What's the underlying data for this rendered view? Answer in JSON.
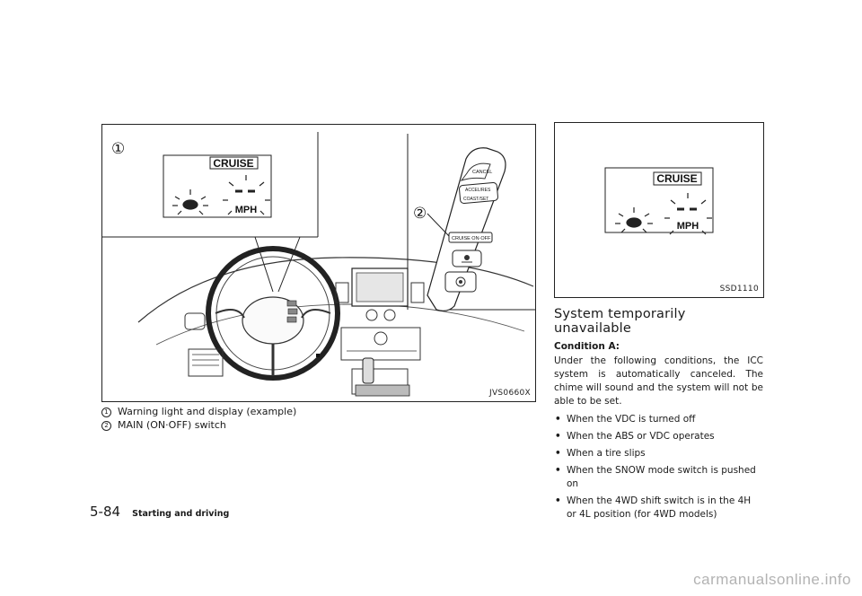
{
  "left_figure": {
    "code": "JVS0660X",
    "callout_1": "①",
    "callout_2": "②",
    "display": {
      "title": "CRUISE",
      "unit": "MPH"
    },
    "switch_labels": {
      "cancel": "CANCEL",
      "accel_res": "ACCEL/RES",
      "coast_set": "COAST/SET",
      "main_switch": "CRUISE ON·OFF"
    },
    "icons": [
      "cruise-warning-icon",
      "distance-icon",
      "lane-icon"
    ]
  },
  "captions": [
    {
      "marker": "1",
      "text": "Warning light and display (example)"
    },
    {
      "marker": "2",
      "text": "MAIN (ON·OFF) switch"
    }
  ],
  "right_figure": {
    "code": "SSD1110",
    "display": {
      "title": "CRUISE",
      "unit": "MPH"
    }
  },
  "section": {
    "heading": "System temporarily unavailable",
    "condition": "Condition A:",
    "paragraph": "Under the following conditions, the ICC system is automatically canceled. The chime will sound and the system will not be able to be set.",
    "bullets": [
      "When the VDC is turned off",
      "When the ABS or VDC operates",
      "When a tire slips",
      "When the SNOW mode switch is pushed on",
      "When the 4WD shift switch is in the 4H or 4L position (for 4WD models)"
    ]
  },
  "footer": {
    "page_number": "5-84",
    "section_title": "Starting and driving"
  },
  "watermark": "carmanualsonline.info"
}
